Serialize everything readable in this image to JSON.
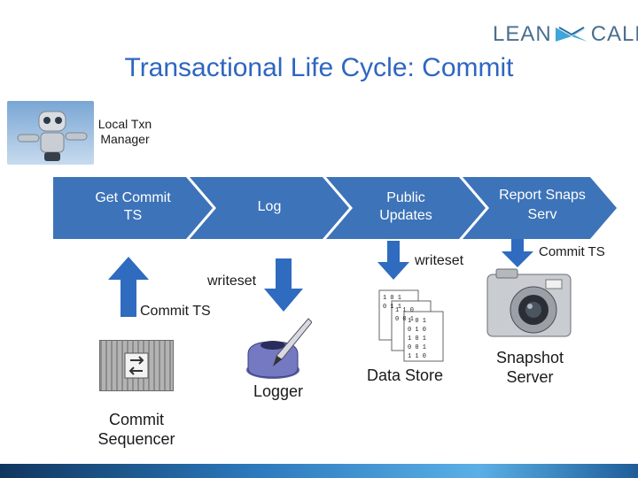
{
  "slide": {
    "title": "Transactional Life Cycle: Commit",
    "logo": {
      "left": "LEAN",
      "right": "CALE"
    }
  },
  "components": {
    "txn_manager": "Local Txn Manager",
    "commit_sequencer": "Commit Sequencer",
    "logger": "Logger",
    "data_store": "Data Store",
    "snapshot_server": "Snapshot Server"
  },
  "steps": [
    {
      "label": "Get Commit TS"
    },
    {
      "label": "Log"
    },
    {
      "label": "Public Updates"
    },
    {
      "label": "Report Snaps Serv"
    }
  ],
  "flows": {
    "up_commit_ts": "Commit TS",
    "down_writeset_logger": "writeset",
    "down_writeset_store": "writeset",
    "down_commit_ts_snapshot": "Commit TS"
  },
  "colors": {
    "title": "#2e66c0",
    "chevron": "#3d73b8",
    "arrow": "#2f6bbf"
  }
}
